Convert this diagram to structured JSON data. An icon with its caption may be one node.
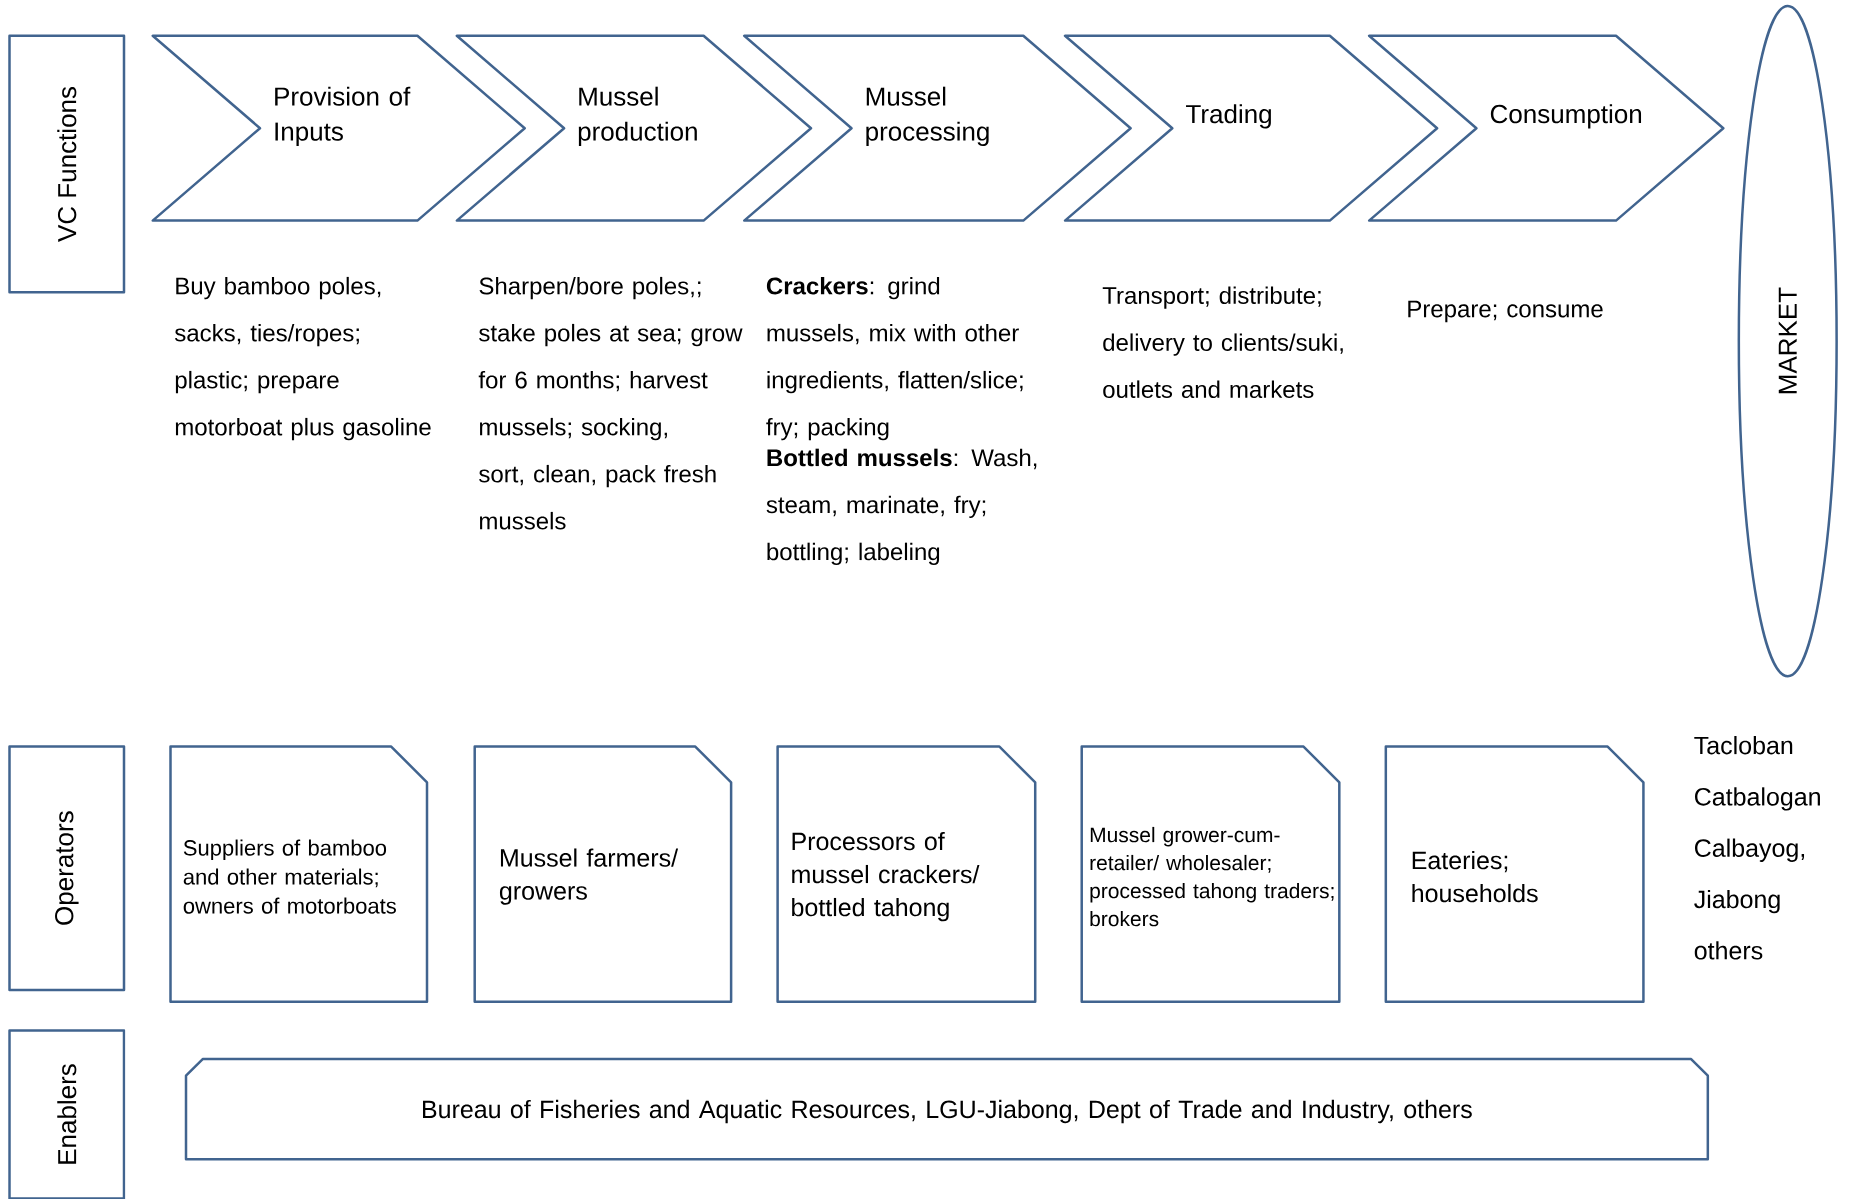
{
  "diagram": {
    "nodes": [
      {
        "text": [
          "VC Functions"
        ]
      },
      {
        "text": [
          "Provision of Inputs"
        ],
        "beside": [
          "Buy bamboo poles, sacks, ties/ropes; plastic;  prepare motorboat plus gasoline"
        ]
      },
      {
        "text": [
          "Mussel production"
        ],
        "beside": [
          "Sharpen/bore poles,; stake poles at sea; grow for 6 months; harvest mussels; socking, sort, clean, pack fresh mussels"
        ]
      },
      {
        "text": [
          "Mussel processing"
        ],
        "beside": [
          "**Crackers**:  grind mussels, mix with other ingredients, flatten/slice; fry; packing",
          "**Bottled mussels**: Wash, steam, marinate, fry; bottling; labeling"
        ]
      },
      {
        "text": [
          "Trading"
        ],
        "beside": [
          "Transport; distribute; delivery to clients/suki, outlets and markets"
        ]
      },
      {
        "text": [
          "Consumption"
        ],
        "beside": [
          "Prepare; consume"
        ]
      },
      {
        "text": [
          "MARKET"
        ]
      },
      {
        "text": [
          "Operators"
        ]
      },
      {
        "text": [
          "Suppliers of bamboo and other materials; owners of motorboats"
        ]
      },
      {
        "text": [
          "Mussel farmers/ growers"
        ]
      },
      {
        "text": [
          "Processors of mussel crackers/ bottled tahong"
        ]
      },
      {
        "text": [
          "Mussel grower-cum-retailer/ wholesaler; processed tahong traders; brokers"
        ]
      },
      {
        "text": [
          "Eateries; households"
        ]
      },
      {
        "text": [
          "Enablers"
        ]
      },
      {
        "text": [
          "Bureau of Fisheries and Aquatic Resources, LGU-Jiabong, Dept of Trade and Industry, others"
        ]
      }
    ],
    "labels": [
      "Tacloban",
      "Catbalogan",
      "Calbayog,",
      "Jiabong",
      "others"
    ]
  }
}
